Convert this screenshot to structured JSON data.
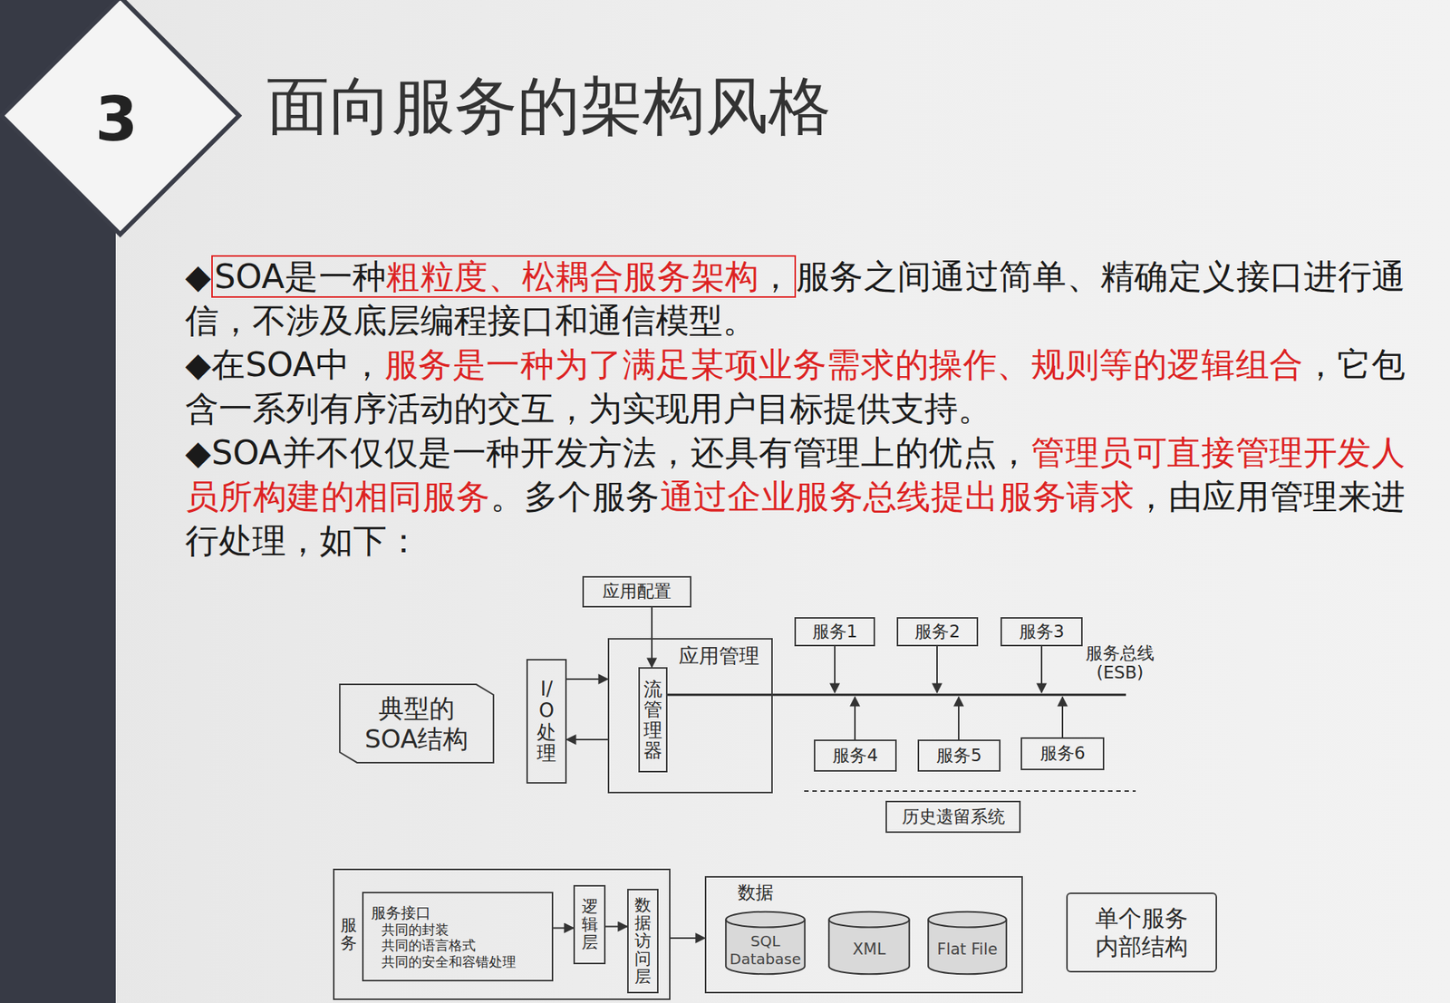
{
  "diagram": {
    "title": "面向服务的架构风格",
    "nodes": [
      {
        "text": [
          "典型的 SOA结构"
        ]
      },
      {
        "text": [
          "应用配置"
        ]
      },
      {
        "text": [
          "I/O处理"
        ]
      },
      {
        "text": [
          "应用管理"
        ]
      },
      {
        "text": [
          "流管理器"
        ],
        "in": 3
      },
      {
        "text": [
          "服务1"
        ]
      },
      {
        "text": [
          "服务2"
        ]
      },
      {
        "text": [
          "服务3"
        ]
      },
      {
        "text": [
          "服务4"
        ]
      },
      {
        "text": [
          "服务5"
        ]
      },
      {
        "text": [
          "服务6"
        ]
      },
      {
        "text": [
          "历史遗留系统"
        ]
      },
      {
        "text": [
          "服务"
        ]
      },
      {
        "text": [
          "服务接口",
          "共同的封装",
          "共同的语言格式",
          "共同的安全和容错处理"
        ],
        "in": 12
      },
      {
        "text": [
          "逻辑层"
        ],
        "in": 12
      },
      {
        "text": [
          "数据访问层"
        ],
        "in": 12
      },
      {
        "text": [
          "数据"
        ]
      },
      {
        "text": [
          "SQL Database"
        ],
        "in": 16
      },
      {
        "text": [
          "XML"
        ],
        "in": 16
      },
      {
        "text": [
          "Flat File"
        ],
        "in": 16
      },
      {
        "text": [
          "单个服务 内部结构"
        ]
      }
    ],
    "edges": [
      {
        "from": 1,
        "to": 4,
        "arrow": "to"
      },
      {
        "from": 2,
        "to": 3,
        "arrow": "to"
      },
      {
        "from": 3,
        "to": 2,
        "arrow": "to"
      },
      {
        "from": 13,
        "to": 14,
        "arrow": "to"
      },
      {
        "from": 14,
        "to": 15,
        "arrow": "to"
      },
      {
        "from": 12,
        "to": 16,
        "arrow": "to"
      }
    ],
    "labels": [
      "◆",
      "SOA是一种",
      "粗粒度、松耦合服务架构",
      "，",
      "服务之间通过简单、精确定义接口进行通信，不涉及底层编程接口和通信模型。",
      "◆在SOA中，",
      "服务是一种为了满足某项业务需求的操作、规则等的逻辑组合",
      "，它包含一系列有序活动的交互，为实现用户目标提供支持。",
      "◆SOA并不仅仅是一种开发方法，还具有管理上的优点，",
      "管理员可直接管理开发人员所构建的相同服务",
      "。多个服务",
      "通过企业服务总线提出服务请求",
      "，由应用管理来进行处理，如下：",
      "3",
      "服务总线 (ESB)"
    ]
  }
}
